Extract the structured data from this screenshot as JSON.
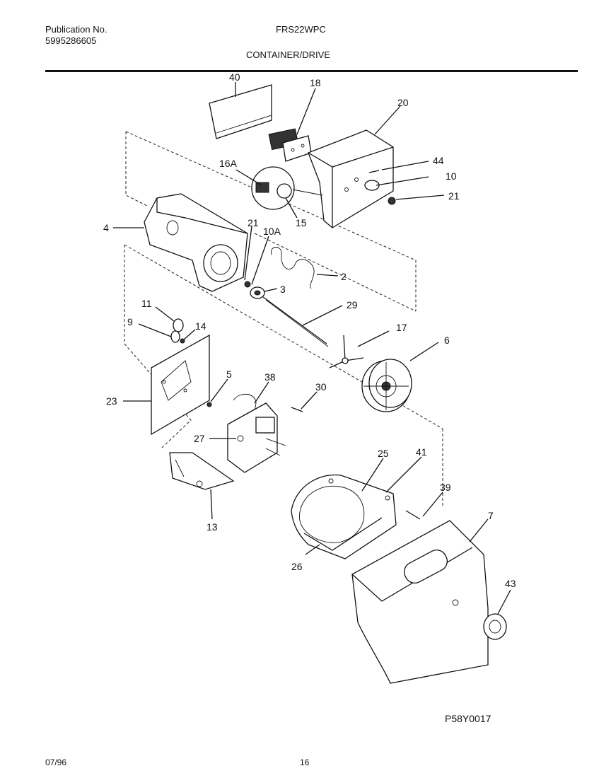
{
  "header": {
    "publication_label": "Publication No.",
    "publication_number": "5995286605",
    "model": "FRS22WPC",
    "section_title": "CONTAINER/DRIVE"
  },
  "callouts": {
    "c40": "40",
    "c18": "18",
    "c20": "20",
    "c44": "44",
    "c10": "10",
    "c21a": "21",
    "c16A": "16A",
    "c15": "15",
    "c4": "4",
    "c21b": "21",
    "c10A": "10A",
    "c2": "2",
    "c3": "3",
    "c29": "29",
    "c17": "17",
    "c6": "6",
    "c11": "11",
    "c9": "9",
    "c14": "14",
    "c5": "5",
    "c38": "38",
    "c30": "30",
    "c23": "23",
    "c27": "27",
    "c25": "25",
    "c41": "41",
    "c39": "39",
    "c7": "7",
    "c13": "13",
    "c26": "26",
    "c43": "43"
  },
  "figure_code": "P58Y0017",
  "footer": {
    "date": "07/96",
    "page_number": "16"
  }
}
